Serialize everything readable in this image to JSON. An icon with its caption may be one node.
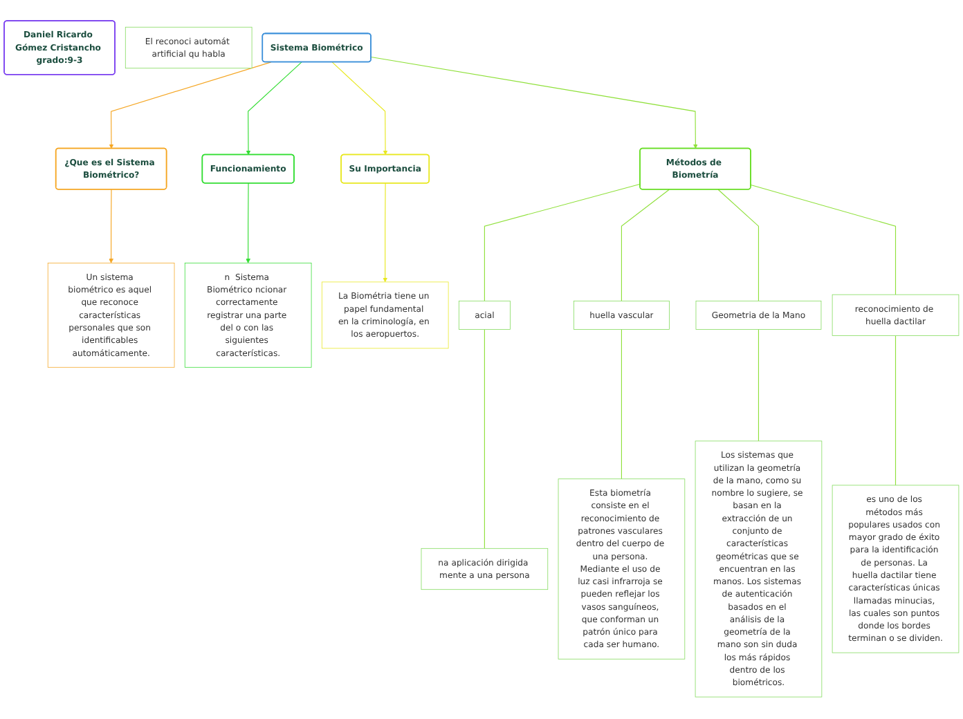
{
  "diagram": {
    "nodes": [
      {
        "text": [
          "Sistema Biométrico"
        ]
      },
      {
        "text": [
          "¿Que es el Sistema Biométrico?"
        ]
      },
      {
        "text": [
          "Un sistema biométrico es aquel que reconoce características personales que son identificables automáticamente."
        ]
      },
      {
        "text": [
          "Daniel Ricardo Gómez Cristancho grado:9-3"
        ]
      },
      {
        "text": [
          "Funcionamiento"
        ]
      },
      {
        "text": [
          "n  Sistema Biométrico ncionar correctamente registrar una parte del o con las siguientes características."
        ]
      },
      {
        "text": [
          "Su Importancia"
        ]
      },
      {
        "text": [
          "La Biométria tiene un papel fundamental en la criminología, en los aeropuertos."
        ]
      },
      {
        "text": [
          "Métodos de Biometría"
        ]
      },
      {
        "text": [
          "acial"
        ]
      },
      {
        "text": [
          "na aplicación dirigida mente a una persona"
        ]
      },
      {
        "text": [
          "huella vascular"
        ]
      },
      {
        "text": [
          "Esta biometría consiste en el reconocimiento de patrones vasculares dentro del cuerpo de una persona. Mediante el uso de luz casi infrarroja se pueden reflejar los vasos sanguíneos, que conforman un patrón único para cada ser humano."
        ]
      },
      {
        "text": [
          "Geometria de la Mano"
        ]
      },
      {
        "text": [
          "Los sistemas que utilizan la geometría de la mano, como su nombre lo sugiere, se basan en la extracción de un conjunto de características geométricas que se encuentran en las manos. Los sistemas de autenticación basados en el análisis de la geometría de la mano son sin duda los más rápidos dentro de los biométricos."
        ]
      },
      {
        "text": [
          "reconocimiento de huella dactilar"
        ]
      },
      {
        "text": [
          "es uno de los métodos más populares usados con mayor grado de éxito para la identificación de personas. La huella dactilar tiene características únicas llamadas minucias, las cuales son puntos donde los bordes terminan o se dividen."
        ]
      },
      {
        "text": [
          "El reconoci automát artificial qu habla"
        ]
      }
    ],
    "edges": [
      {
        "from": 0,
        "to": 1,
        "arrow": "to",
        "color": "#f5a623"
      },
      {
        "from": 1,
        "to": 2,
        "arrow": "to",
        "color": "#f5a623"
      },
      {
        "from": 0,
        "to": 4,
        "arrow": "to",
        "color": "#33dd33"
      },
      {
        "from": 4,
        "to": 5,
        "arrow": "to",
        "color": "#33dd33"
      },
      {
        "from": 0,
        "to": 6,
        "arrow": "to",
        "color": "#e8e820"
      },
      {
        "from": 6,
        "to": 7,
        "arrow": "to",
        "color": "#e8e820"
      },
      {
        "from": 0,
        "to": 8,
        "arrow": "to"
      },
      {
        "from": 8,
        "to": 9,
        "arrow": "none"
      },
      {
        "from": 8,
        "to": 11,
        "arrow": "none"
      },
      {
        "from": 8,
        "to": 13,
        "arrow": "none"
      },
      {
        "from": 8,
        "to": 15,
        "arrow": "none"
      },
      {
        "from": 9,
        "to": 10,
        "arrow": "none"
      },
      {
        "from": 11,
        "to": 12,
        "arrow": "none"
      },
      {
        "from": 13,
        "to": 14,
        "arrow": "none"
      },
      {
        "from": 15,
        "to": 16,
        "arrow": "none"
      }
    ]
  }
}
